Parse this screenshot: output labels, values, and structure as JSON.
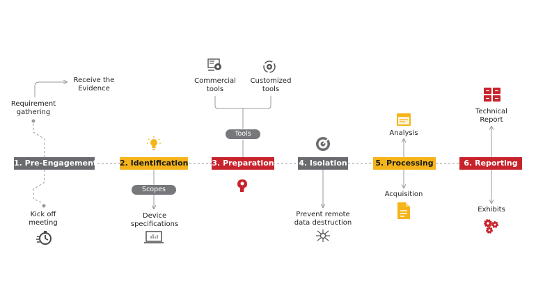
{
  "stages": [
    {
      "label": "1. Pre-Engagement",
      "color": "#6a6b6e"
    },
    {
      "label": "2. Identification",
      "color": "#f4b41a"
    },
    {
      "label": "3. Preparation",
      "color": "#c8232c"
    },
    {
      "label": "4. Isolation",
      "color": "#6a6b6e"
    },
    {
      "label": "5. Processing",
      "color": "#f4b41a"
    },
    {
      "label": "6. Reporting",
      "color": "#c8232c"
    }
  ],
  "pre_engagement": {
    "top_label": "Receive the\nEvidence",
    "mid_label": "Requirement\ngathering",
    "bottom_label": "Kick off\nmeeting",
    "icon": "stopwatch-icon"
  },
  "identification": {
    "pill": "Scopes",
    "bottom_label": "Device\nspecifications",
    "top_icon": "lightbulb-icon",
    "bottom_icon": "laptop-icon"
  },
  "preparation": {
    "pill": "Tools",
    "commercial": "Commercial\ntools",
    "customized": "Customized\ntools",
    "commercial_icon": "commercial-tools-icon",
    "customized_icon": "gear-cycle-icon",
    "bottom_icon": "brain-gear-icon"
  },
  "isolation": {
    "bottom_label": "Prevent remote\ndata destruction",
    "top_icon": "target-icon",
    "bottom_icon": "network-icon"
  },
  "processing": {
    "top_label": "Analysis",
    "bottom_label": "Acquisition",
    "top_icon": "browser-window-icon",
    "bottom_icon": "document-icon"
  },
  "reporting": {
    "top_label": "Technical\nReport",
    "bottom_label": "Exhibits",
    "top_icon": "report-tiles-icon",
    "bottom_icon": "gears-icon"
  },
  "colors": {
    "gray": "#6a6b6e",
    "yellow": "#f4b41a",
    "red": "#c8232c",
    "line": "#999999"
  }
}
